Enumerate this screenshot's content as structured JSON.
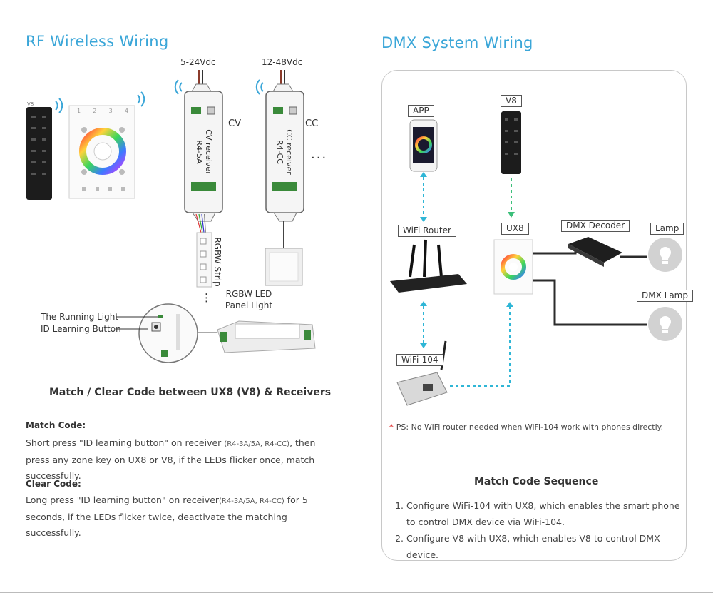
{
  "rf": {
    "title": "RF Wireless Wiring",
    "voltage_cv": "5-24Vdc",
    "voltage_cc": "12-48Vdc",
    "cv_label": "CV",
    "cc_label": "CC",
    "cv_receiver_text": "CV receiver\nR4-5A",
    "cc_receiver_text": "CC receiver\nR4-CC",
    "strip_label": "RGBW Strip",
    "panel_light_line1": "RGBW LED",
    "panel_light_line2": "Panel Light",
    "running_light": "The Running Light",
    "id_learning": "ID Learning Button",
    "remote_label": "V8",
    "zone_keys": [
      "1",
      "2",
      "3",
      "4"
    ],
    "ellipsis": "...",
    "vertical_ellipsis": "⋮"
  },
  "match": {
    "heading": "Match / Clear Code between UX8 (V8) & Receivers",
    "match_title": "Match Code:",
    "match_text_1": "Short press \"ID learning button\" on receiver",
    "match_models": "(R4-3A/5A, R4-CC)",
    "match_text_2": ", then press any zone key on UX8 or V8, if the LEDs flicker once, match successfully.",
    "clear_title": "Clear Code:",
    "clear_text_1": "Long press \"ID learning button\" on receiver",
    "clear_models": "(R4-3A/5A, R4-CC)",
    "clear_text_2": " for 5 seconds, if the LEDs flicker twice, deactivate the matching successfully."
  },
  "dmx": {
    "title": "DMX System Wiring",
    "app": "APP",
    "v8": "V8",
    "wifi_router": "WiFi Router",
    "ux8": "UX8",
    "dmx_decoder": "DMX Decoder",
    "lamp": "Lamp",
    "dmx_lamp": "DMX Lamp",
    "wifi104": "WiFi-104",
    "ps_star": "*",
    "ps_note": "PS: No WiFi router needed when WiFi-104 work with phones directly.",
    "sequence_heading": "Match Code Sequence",
    "steps": [
      "Configure WiFi-104 with UX8, which enables the smart phone to control DMX device via WiFi-104.",
      "Configure V8 with UX8, which enables V8 to control DMX device."
    ]
  },
  "colors": {
    "accent": "#3aa6d8",
    "dashed": "#2fb6d6",
    "dashed_green": "#3cbf7a",
    "wire": "#2b2b2b",
    "star": "#e23b3b"
  }
}
